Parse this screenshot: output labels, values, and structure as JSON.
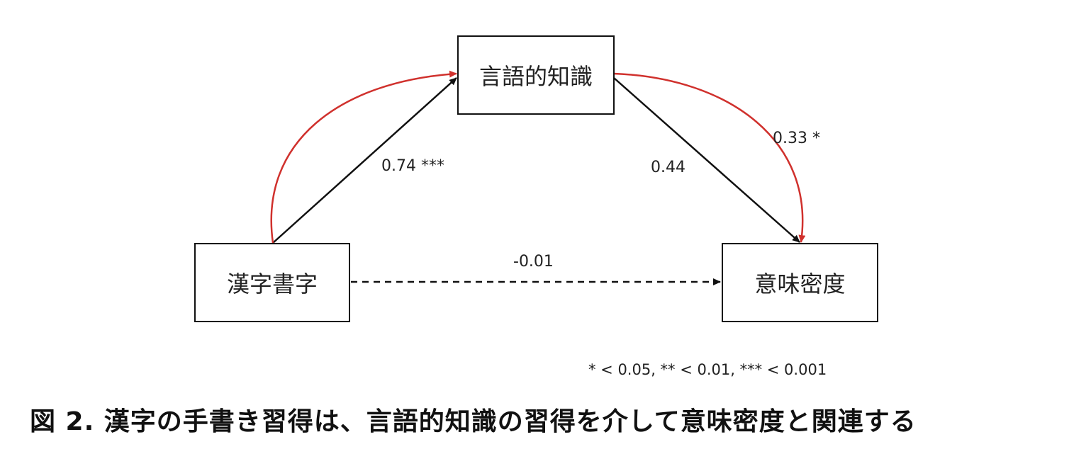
{
  "nodes": {
    "kanji_writing": "漢字書字",
    "linguistic_knowledge": "言語的知識",
    "semantic_density": "意味密度"
  },
  "paths": {
    "a": "0.74 ***",
    "b": "0.44",
    "indirect": "0.33 *",
    "direct": "-0.01"
  },
  "colors": {
    "indirect_path": "#d0312d",
    "direct_path": "#111111"
  },
  "footnote": "* < 0.05, ** < 0.01, *** < 0.001",
  "caption": "図 2.  漢字の手書き習得は、言語的知識の習得を介して意味密度と関連する"
}
